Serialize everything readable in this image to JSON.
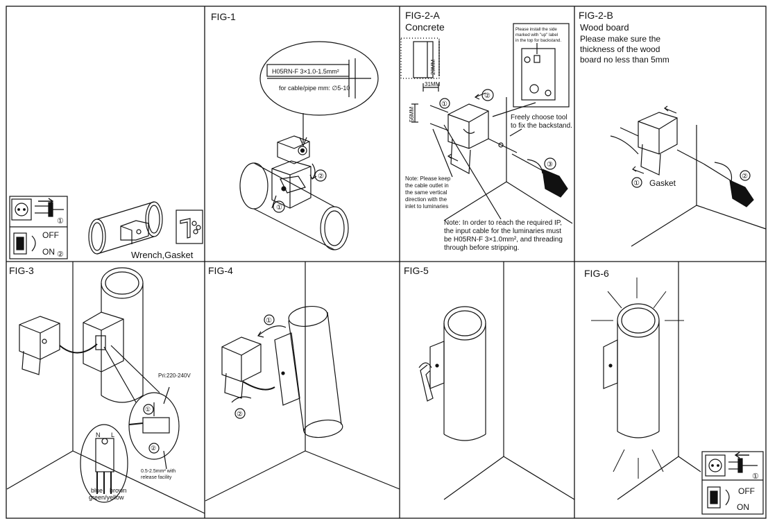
{
  "panels": {
    "p0": {
      "callouts": [
        "①",
        "②"
      ],
      "switch_off": "OFF",
      "switch_on": "ON",
      "tools": "Wrench,Gasket"
    },
    "fig1": {
      "title": "FIG-1",
      "cable_spec": "H05RN-F  3×1.0-1.5mm²",
      "cable_dia": "for cable/pipe mm: ∅5-10",
      "steps": [
        "①",
        "②"
      ]
    },
    "fig2a": {
      "title": "FIG-2-A",
      "subtitle": "Concrete",
      "dim_29": "29MM",
      "dim_31": "31MM",
      "dim_56": "56MM",
      "install_note": [
        "Please install the side",
        "marked with \"up\" label",
        "in the top for backstand."
      ],
      "tool_note": [
        "Freely choose tool",
        "to fix the backstand."
      ],
      "outlet_note": [
        "Note: Please keep",
        "the cable outlet in",
        "the same vertical",
        "direction with the",
        "inlet to luminaries"
      ],
      "ip_note": [
        "Note: In order to reach the required IP,",
        "the input cable for the luminaries must",
        "be H05RN-F  3×1.0mm², and threading",
        "through before stripping."
      ],
      "steps": [
        "①",
        "②",
        "③"
      ]
    },
    "fig2b": {
      "title": "FIG-2-B",
      "subtitle": "Wood board",
      "note": [
        "Please make sure the",
        "thickness of the wood",
        "board no less than 5mm"
      ],
      "gasket": "Gasket",
      "steps": [
        "①",
        "②"
      ]
    },
    "fig3": {
      "title": "FIG-3",
      "voltage": "Pri:220-240V",
      "terminal_n": "N",
      "terminal_l": "L",
      "wire_spec": "0.5-2.5mm²  with",
      "wire_spec2": "release facility",
      "wire_blue": "blue",
      "wire_brown": "brown",
      "wire_gy": "green/yellow",
      "steps": [
        "①",
        "②"
      ]
    },
    "fig4": {
      "title": "FIG-4",
      "steps": [
        "①",
        "②"
      ]
    },
    "fig5": {
      "title": "FIG-5"
    },
    "fig6": {
      "title": "FIG-6",
      "callouts": [
        "①"
      ],
      "switch_off": "OFF",
      "switch_on": "ON"
    }
  }
}
